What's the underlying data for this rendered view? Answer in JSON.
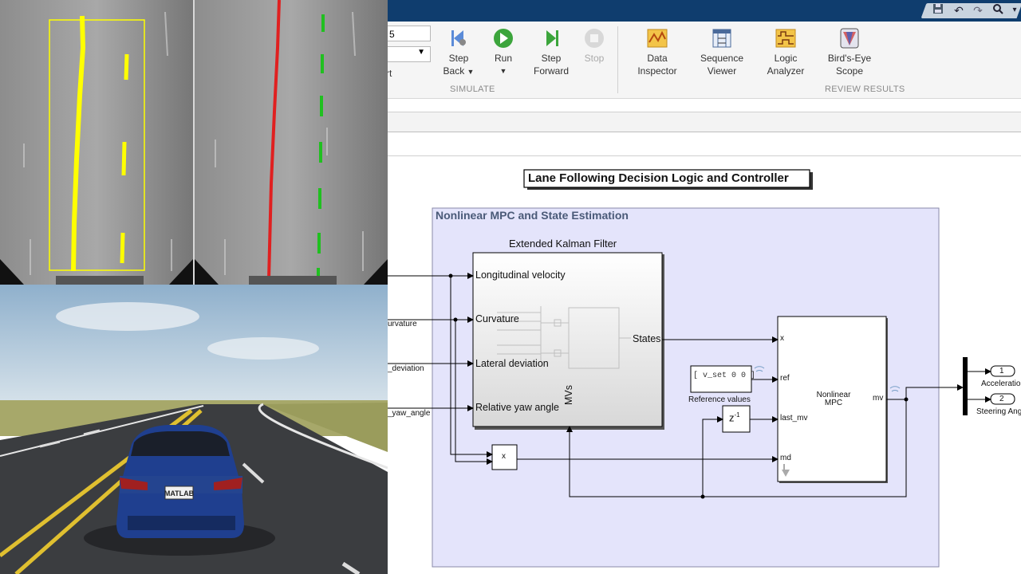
{
  "ribbon": {
    "stop_time_value": "5",
    "partial_label": "rt",
    "simulate": {
      "group_label": "SIMULATE",
      "step_back": [
        "Step",
        "Back"
      ],
      "run": "Run",
      "step_forward": [
        "Step",
        "Forward"
      ],
      "stop": "Stop"
    },
    "review": {
      "group_label": "REVIEW RESULTS",
      "data_inspector": [
        "Data",
        "Inspector"
      ],
      "sequence_viewer": [
        "Sequence",
        "Viewer"
      ],
      "logic_analyzer": [
        "Logic",
        "Analyzer"
      ],
      "birds_eye_scope": [
        "Bird's-Eye",
        "Scope"
      ]
    }
  },
  "quick_access_icons": [
    "save-icon",
    "undo-icon",
    "redo-icon",
    "search-icon",
    "chevron-icon"
  ],
  "diagram": {
    "title": "Lane Following Decision Logic and Controller",
    "subsystem_title": "Nonlinear MPC and State Estimation",
    "ekf": {
      "label": "Extended Kalman Filter",
      "inputs": [
        "Longitudinal velocity",
        "Curvature",
        "Lateral deviation",
        "Relative yaw angle"
      ],
      "output": "States",
      "bottom_port": "MVs"
    },
    "left_signals": [
      "urvature",
      "_deviation",
      "_yaw_angle"
    ],
    "mpc": {
      "name_line1": "Nonlinear",
      "name_line2": "MPC",
      "ports": [
        "x",
        "ref",
        "last_mv",
        "md"
      ],
      "output": "mv"
    },
    "reference": {
      "text": "v_set  0  0",
      "label": "Reference values"
    },
    "delay": {
      "base": "z",
      "exp": "-1"
    },
    "product": "x",
    "outports": [
      {
        "num": "1",
        "label": "Acceleration"
      },
      {
        "num": "2",
        "label": "Steering Angle"
      }
    ]
  },
  "scene": {
    "license_plate": "MATLAB"
  },
  "colors": {
    "titlebar": "#0f3d6e",
    "subsystem_fill": "#e4e4fb",
    "lane_yellow": "#ffff00",
    "lane_red": "#e02020",
    "lane_green": "#20c020",
    "car_blue": "#1f3f8f"
  }
}
